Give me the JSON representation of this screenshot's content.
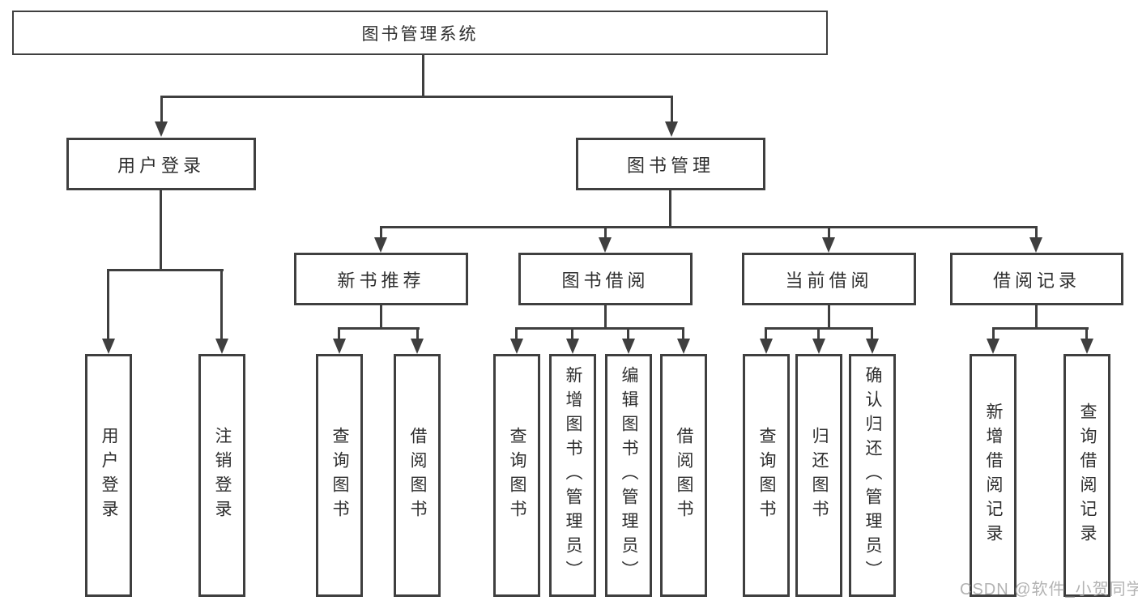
{
  "colors": {
    "line": "#3f3f3f",
    "text": "#2e2e2e",
    "background": "#ffffff",
    "watermark": "#a6a6a6"
  },
  "tree": {
    "root": {
      "label": "图书管理系统"
    },
    "branches": [
      {
        "label": "用户登录",
        "children": [
          {
            "label": "用户登录"
          },
          {
            "label": "注销登录"
          }
        ]
      },
      {
        "label": "图书管理",
        "children": [
          {
            "label": "新书推荐",
            "children": [
              {
                "label": "查询图书"
              },
              {
                "label": "借阅图书"
              }
            ]
          },
          {
            "label": "图书借阅",
            "children": [
              {
                "label": "查询图书"
              },
              {
                "label": "新增图书（管理员）"
              },
              {
                "label": "编辑图书（管理员）"
              },
              {
                "label": "借阅图书"
              }
            ]
          },
          {
            "label": "当前借阅",
            "children": [
              {
                "label": "查询图书"
              },
              {
                "label": "归还图书"
              },
              {
                "label": "确认归还（管理员）"
              }
            ]
          },
          {
            "label": "借阅记录",
            "children": [
              {
                "label": "新增借阅记录"
              },
              {
                "label": "查询借阅记录"
              }
            ]
          }
        ]
      }
    ]
  },
  "watermark": {
    "text": "CSDN @软件_小贺同学"
  }
}
